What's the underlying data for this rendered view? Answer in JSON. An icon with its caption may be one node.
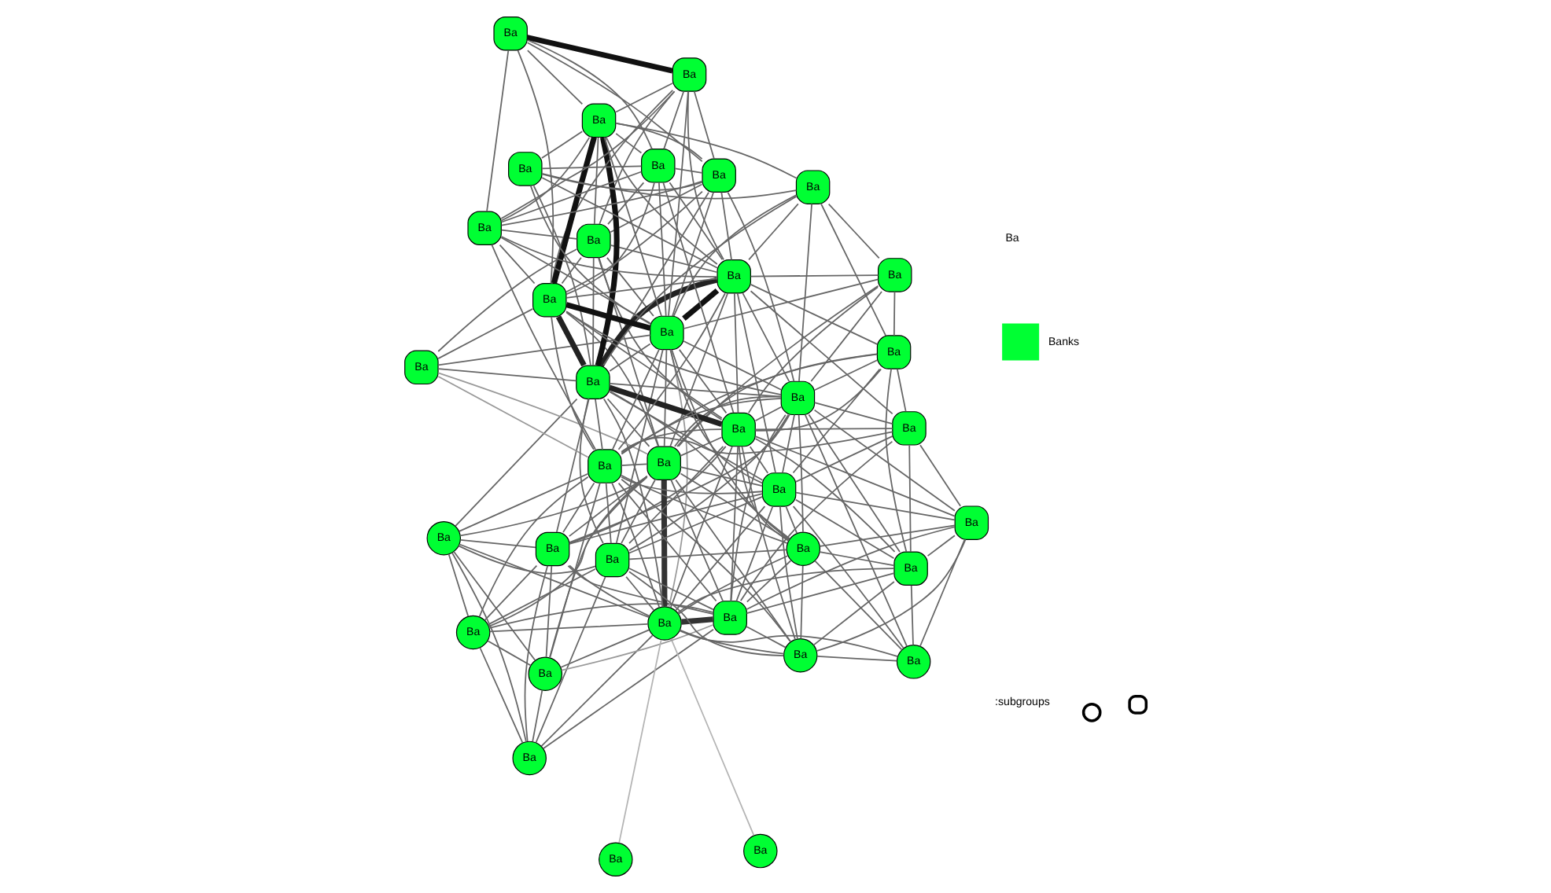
{
  "diagram": {
    "nodes": [
      {
        "text": [
          "Ba"
        ]
      },
      {
        "text": [
          "Ba"
        ]
      },
      {
        "text": [
          "Ba"
        ]
      },
      {
        "text": [
          "Ba"
        ]
      },
      {
        "text": [
          "Ba"
        ]
      },
      {
        "text": [
          "Ba"
        ]
      },
      {
        "text": [
          "Ba"
        ]
      },
      {
        "text": [
          "Ba"
        ]
      },
      {
        "text": [
          "Ba"
        ]
      },
      {
        "text": [
          "Ba"
        ]
      },
      {
        "text": [
          "Ba"
        ]
      },
      {
        "text": [
          "Ba"
        ]
      },
      {
        "text": [
          "Ba"
        ]
      },
      {
        "text": [
          "Ba"
        ]
      },
      {
        "text": [
          "Ba"
        ]
      },
      {
        "text": [
          "Ba"
        ]
      },
      {
        "text": [
          "Ba"
        ]
      },
      {
        "text": [
          "Ba"
        ]
      },
      {
        "text": [
          "Ba"
        ]
      },
      {
        "text": [
          "Ba"
        ]
      },
      {
        "text": [
          "Ba"
        ]
      },
      {
        "text": [
          "Ba"
        ]
      },
      {
        "text": [
          "Ba"
        ]
      },
      {
        "text": [
          "Ba"
        ]
      },
      {
        "text": [
          "Ba"
        ]
      },
      {
        "text": [
          "Ba"
        ]
      },
      {
        "text": [
          "Ba"
        ]
      },
      {
        "text": [
          "Ba"
        ]
      },
      {
        "text": [
          "Ba"
        ]
      },
      {
        "text": [
          "Ba"
        ]
      },
      {
        "text": [
          "Ba"
        ]
      },
      {
        "text": [
          "Ba"
        ]
      },
      {
        "text": [
          "Ba"
        ]
      },
      {
        "text": [
          "Ba"
        ]
      },
      {
        "text": [
          "Ba"
        ]
      },
      {
        "text": [
          "Ba"
        ]
      },
      {
        "text": [
          "Ba"
        ]
      }
    ],
    "edges": [
      {
        "from": 1,
        "to": 7,
        "arrow": "none",
        "color": "#b4b4b4"
      },
      {
        "from": 6,
        "to": 7,
        "arrow": "none",
        "color": "#b4b4b4"
      },
      {
        "from": 0,
        "to": 2,
        "arrow": "none"
      },
      {
        "from": 0,
        "to": 3,
        "arrow": "none"
      },
      {
        "from": 0,
        "to": 5,
        "arrow": "none"
      },
      {
        "from": 0,
        "to": 7,
        "arrow": "none"
      },
      {
        "from": 0,
        "to": 9,
        "arrow": "none"
      },
      {
        "from": 0,
        "to": 4,
        "arrow": "none"
      },
      {
        "from": 0,
        "to": 11,
        "arrow": "none"
      },
      {
        "from": 2,
        "to": 3,
        "arrow": "none"
      },
      {
        "from": 2,
        "to": 5,
        "arrow": "none"
      },
      {
        "from": 2,
        "to": 7,
        "arrow": "none"
      },
      {
        "from": 2,
        "to": 4,
        "arrow": "none"
      },
      {
        "from": 2,
        "to": 13,
        "arrow": "none"
      },
      {
        "from": 2,
        "to": 15,
        "arrow": "none"
      },
      {
        "from": 2,
        "to": 9,
        "arrow": "none",
        "color": "#999999"
      },
      {
        "from": 3,
        "to": 5,
        "arrow": "none"
      },
      {
        "from": 3,
        "to": 7,
        "arrow": "none"
      },
      {
        "from": 3,
        "to": 4,
        "arrow": "none"
      },
      {
        "from": 3,
        "to": 13,
        "arrow": "none"
      },
      {
        "from": 3,
        "to": 11,
        "arrow": "none"
      },
      {
        "from": 3,
        "to": 15,
        "arrow": "none"
      },
      {
        "from": 3,
        "to": 14,
        "arrow": "none"
      },
      {
        "from": 5,
        "to": 7,
        "arrow": "none"
      },
      {
        "from": 5,
        "to": 4,
        "arrow": "none"
      },
      {
        "from": 5,
        "to": 9,
        "arrow": "none"
      },
      {
        "from": 5,
        "to": 13,
        "arrow": "none"
      },
      {
        "from": 5,
        "to": 15,
        "arrow": "none"
      },
      {
        "from": 5,
        "to": 11,
        "arrow": "none"
      },
      {
        "from": 4,
        "to": 7,
        "arrow": "none"
      },
      {
        "from": 4,
        "to": 9,
        "arrow": "none"
      },
      {
        "from": 4,
        "to": 15,
        "arrow": "none"
      },
      {
        "from": 4,
        "to": 13,
        "arrow": "none"
      },
      {
        "from": 4,
        "to": 21,
        "arrow": "none"
      },
      {
        "from": 4,
        "to": 20,
        "arrow": "none"
      },
      {
        "from": 4,
        "to": 14,
        "arrow": "none"
      },
      {
        "from": 4,
        "to": 24,
        "arrow": "none"
      },
      {
        "from": 7,
        "to": 9,
        "arrow": "none",
        "style": "thick",
        "color": "#333333"
      },
      {
        "from": 7,
        "to": 10,
        "arrow": "none"
      },
      {
        "from": 7,
        "to": 16,
        "arrow": "none"
      },
      {
        "from": 7,
        "to": 11,
        "arrow": "none"
      },
      {
        "from": 7,
        "to": 13,
        "arrow": "none",
        "style": "thick",
        "color": "#333333"
      },
      {
        "from": 7,
        "to": 14,
        "arrow": "none"
      },
      {
        "from": 7,
        "to": 15,
        "arrow": "none"
      },
      {
        "from": 7,
        "to": 20,
        "arrow": "none"
      },
      {
        "from": 7,
        "to": 25,
        "arrow": "none"
      },
      {
        "from": 7,
        "to": 26,
        "arrow": "none"
      },
      {
        "from": 7,
        "to": 21,
        "arrow": "none"
      },
      {
        "from": 7,
        "to": 18,
        "arrow": "none",
        "color": "#999999"
      },
      {
        "from": 8,
        "to": 12,
        "arrow": "none"
      },
      {
        "from": 8,
        "to": 14,
        "arrow": "none"
      },
      {
        "from": 8,
        "to": 15,
        "arrow": "none",
        "color": "#999999"
      },
      {
        "from": 8,
        "to": 13,
        "arrow": "none",
        "color": "#999999"
      },
      {
        "from": 8,
        "to": 18,
        "arrow": "none"
      },
      {
        "from": 8,
        "to": 17,
        "arrow": "none"
      },
      {
        "from": 9,
        "to": 10,
        "arrow": "none"
      },
      {
        "from": 9,
        "to": 11,
        "arrow": "none"
      },
      {
        "from": 9,
        "to": 15,
        "arrow": "none"
      },
      {
        "from": 9,
        "to": 16,
        "arrow": "none"
      },
      {
        "from": 9,
        "to": 20,
        "arrow": "none"
      },
      {
        "from": 9,
        "to": 21,
        "arrow": "none"
      },
      {
        "from": 9,
        "to": 13,
        "arrow": "none"
      },
      {
        "from": 9,
        "to": 24,
        "arrow": "none"
      },
      {
        "from": 9,
        "to": 26,
        "arrow": "none"
      },
      {
        "from": 9,
        "to": 29,
        "arrow": "none"
      },
      {
        "from": 9,
        "to": 34,
        "arrow": "none"
      },
      {
        "from": 10,
        "to": 16,
        "arrow": "none"
      },
      {
        "from": 10,
        "to": 11,
        "arrow": "none"
      },
      {
        "from": 10,
        "to": 25,
        "arrow": "none"
      },
      {
        "from": 10,
        "to": 20,
        "arrow": "none"
      },
      {
        "from": 10,
        "to": 26,
        "arrow": "none"
      },
      {
        "from": 10,
        "to": 29,
        "arrow": "none"
      },
      {
        "from": 10,
        "to": 15,
        "arrow": "none"
      },
      {
        "from": 10,
        "to": 13,
        "arrow": "none"
      },
      {
        "from": 10,
        "to": 21,
        "arrow": "none"
      },
      {
        "from": 11,
        "to": 13,
        "arrow": "none"
      },
      {
        "from": 11,
        "to": 15,
        "arrow": "none"
      },
      {
        "from": 11,
        "to": 14,
        "arrow": "none"
      },
      {
        "from": 11,
        "to": 20,
        "arrow": "none"
      },
      {
        "from": 11,
        "to": 21,
        "arrow": "none"
      },
      {
        "from": 11,
        "to": 24,
        "arrow": "none"
      },
      {
        "from": 11,
        "to": 18,
        "arrow": "none"
      },
      {
        "from": 11,
        "to": 16,
        "arrow": "none"
      },
      {
        "from": 12,
        "to": 13,
        "arrow": "none"
      },
      {
        "from": 12,
        "to": 14,
        "arrow": "none"
      },
      {
        "from": 12,
        "to": 17,
        "arrow": "none"
      },
      {
        "from": 12,
        "to": 18,
        "arrow": "none"
      },
      {
        "from": 12,
        "to": 19,
        "arrow": "none"
      },
      {
        "from": 12,
        "to": 22,
        "arrow": "none"
      },
      {
        "from": 12,
        "to": 23,
        "arrow": "none"
      },
      {
        "from": 12,
        "to": 27,
        "arrow": "none"
      },
      {
        "from": 12,
        "to": 28,
        "arrow": "none"
      },
      {
        "from": 12,
        "to": 21,
        "arrow": "none"
      },
      {
        "from": 12,
        "to": 31,
        "arrow": "none"
      },
      {
        "from": 13,
        "to": 14,
        "arrow": "none"
      },
      {
        "from": 13,
        "to": 15,
        "arrow": "none"
      },
      {
        "from": 13,
        "to": 18,
        "arrow": "none"
      },
      {
        "from": 13,
        "to": 20,
        "arrow": "none"
      },
      {
        "from": 13,
        "to": 21,
        "arrow": "none"
      },
      {
        "from": 13,
        "to": 24,
        "arrow": "none"
      },
      {
        "from": 13,
        "to": 16,
        "arrow": "none"
      },
      {
        "from": 13,
        "to": 17,
        "arrow": "none"
      },
      {
        "from": 13,
        "to": 28,
        "arrow": "none"
      },
      {
        "from": 13,
        "to": 36,
        "arrow": "none"
      },
      {
        "from": 13,
        "to": 32,
        "arrow": "none"
      },
      {
        "from": 14,
        "to": 15,
        "arrow": "none"
      },
      {
        "from": 14,
        "to": 17,
        "arrow": "none",
        "style": "thick",
        "color": "#222222"
      },
      {
        "from": 14,
        "to": 18,
        "arrow": "none"
      },
      {
        "from": 14,
        "to": 21,
        "arrow": "none",
        "style": "thick",
        "color": "#222222"
      },
      {
        "from": 14,
        "to": 23,
        "arrow": "none"
      },
      {
        "from": 14,
        "to": 24,
        "arrow": "none"
      },
      {
        "from": 14,
        "to": 28,
        "arrow": "none",
        "style": "thick",
        "color": "#222222"
      },
      {
        "from": 14,
        "to": 31,
        "arrow": "none",
        "style": "thick",
        "color": "#111111"
      },
      {
        "from": 14,
        "to": 33,
        "arrow": "none"
      },
      {
        "from": 14,
        "to": 35,
        "arrow": "none"
      },
      {
        "from": 14,
        "to": 20,
        "arrow": "none"
      },
      {
        "from": 14,
        "to": 16,
        "arrow": "none"
      },
      {
        "from": 15,
        "to": 16,
        "arrow": "none"
      },
      {
        "from": 15,
        "to": 18,
        "arrow": "none"
      },
      {
        "from": 15,
        "to": 20,
        "arrow": "none"
      },
      {
        "from": 15,
        "to": 21,
        "arrow": "none"
      },
      {
        "from": 15,
        "to": 24,
        "arrow": "none"
      },
      {
        "from": 15,
        "to": 17,
        "arrow": "none"
      },
      {
        "from": 15,
        "to": 28,
        "arrow": "none"
      },
      {
        "from": 15,
        "to": 34,
        "arrow": "none"
      },
      {
        "from": 15,
        "to": 32,
        "arrow": "none"
      },
      {
        "from": 15,
        "to": 19,
        "arrow": "none"
      },
      {
        "from": 16,
        "to": 20,
        "arrow": "none"
      },
      {
        "from": 16,
        "to": 21,
        "arrow": "none"
      },
      {
        "from": 16,
        "to": 25,
        "arrow": "none"
      },
      {
        "from": 16,
        "to": 26,
        "arrow": "none"
      },
      {
        "from": 16,
        "to": 18,
        "arrow": "none"
      },
      {
        "from": 16,
        "to": 29,
        "arrow": "none"
      },
      {
        "from": 16,
        "to": 24,
        "arrow": "none"
      },
      {
        "from": 17,
        "to": 18,
        "arrow": "none",
        "style": "thick",
        "color": "#111111"
      },
      {
        "from": 17,
        "to": 19,
        "arrow": "none"
      },
      {
        "from": 17,
        "to": 22,
        "arrow": "none"
      },
      {
        "from": 17,
        "to": 23,
        "arrow": "none"
      },
      {
        "from": 17,
        "to": 27,
        "arrow": "none"
      },
      {
        "from": 17,
        "to": 28,
        "arrow": "none"
      },
      {
        "from": 17,
        "to": 31,
        "arrow": "none",
        "style": "thick",
        "color": "#111111"
      },
      {
        "from": 17,
        "to": 24,
        "arrow": "none"
      },
      {
        "from": 17,
        "to": 30,
        "arrow": "none"
      },
      {
        "from": 17,
        "to": 21,
        "arrow": "none"
      },
      {
        "from": 18,
        "to": 20,
        "arrow": "none"
      },
      {
        "from": 18,
        "to": 21,
        "arrow": "none"
      },
      {
        "from": 18,
        "to": 24,
        "arrow": "none"
      },
      {
        "from": 18,
        "to": 28,
        "arrow": "none",
        "style": "thick",
        "color": "#111111"
      },
      {
        "from": 18,
        "to": 23,
        "arrow": "none"
      },
      {
        "from": 18,
        "to": 27,
        "arrow": "none"
      },
      {
        "from": 18,
        "to": 31,
        "arrow": "none"
      },
      {
        "from": 18,
        "to": 35,
        "arrow": "none"
      },
      {
        "from": 18,
        "to": 36,
        "arrow": "none"
      },
      {
        "from": 18,
        "to": 33,
        "arrow": "none"
      },
      {
        "from": 18,
        "to": 19,
        "arrow": "none"
      },
      {
        "from": 19,
        "to": 22,
        "arrow": "none"
      },
      {
        "from": 19,
        "to": 27,
        "arrow": "none"
      },
      {
        "from": 19,
        "to": 30,
        "arrow": "none"
      },
      {
        "from": 19,
        "to": 23,
        "arrow": "none"
      },
      {
        "from": 19,
        "to": 28,
        "arrow": "none"
      },
      {
        "from": 19,
        "to": 31,
        "arrow": "none"
      },
      {
        "from": 20,
        "to": 21,
        "arrow": "none"
      },
      {
        "from": 20,
        "to": 25,
        "arrow": "none"
      },
      {
        "from": 20,
        "to": 26,
        "arrow": "none"
      },
      {
        "from": 20,
        "to": 24,
        "arrow": "none"
      },
      {
        "from": 20,
        "to": 29,
        "arrow": "none"
      },
      {
        "from": 20,
        "to": 34,
        "arrow": "none"
      },
      {
        "from": 20,
        "to": 28,
        "arrow": "none"
      },
      {
        "from": 20,
        "to": 32,
        "arrow": "none"
      },
      {
        "from": 21,
        "to": 24,
        "arrow": "none"
      },
      {
        "from": 21,
        "to": 26,
        "arrow": "none"
      },
      {
        "from": 21,
        "to": 29,
        "arrow": "none"
      },
      {
        "from": 21,
        "to": 34,
        "arrow": "none"
      },
      {
        "from": 21,
        "to": 32,
        "arrow": "none"
      },
      {
        "from": 21,
        "to": 28,
        "arrow": "none"
      },
      {
        "from": 21,
        "to": 36,
        "arrow": "none"
      },
      {
        "from": 21,
        "to": 27,
        "arrow": "none"
      },
      {
        "from": 22,
        "to": 30,
        "arrow": "none",
        "style": "thick",
        "color": "#111111"
      },
      {
        "from": 22,
        "to": 27,
        "arrow": "none"
      },
      {
        "from": 22,
        "to": 31,
        "arrow": "none"
      },
      {
        "from": 22,
        "to": 28,
        "arrow": "none"
      },
      {
        "from": 22,
        "to": 23,
        "arrow": "none"
      },
      {
        "from": 22,
        "to": 18,
        "arrow": "none"
      },
      {
        "from": 23,
        "to": 24,
        "arrow": "none"
      },
      {
        "from": 23,
        "to": 27,
        "arrow": "none"
      },
      {
        "from": 23,
        "to": 28,
        "arrow": "none"
      },
      {
        "from": 23,
        "to": 31,
        "arrow": "none"
      },
      {
        "from": 23,
        "to": 30,
        "arrow": "none"
      },
      {
        "from": 23,
        "to": 33,
        "arrow": "none"
      },
      {
        "from": 24,
        "to": 25,
        "arrow": "none"
      },
      {
        "from": 24,
        "to": 26,
        "arrow": "none"
      },
      {
        "from": 24,
        "to": 28,
        "arrow": "none"
      },
      {
        "from": 24,
        "to": 32,
        "arrow": "none"
      },
      {
        "from": 24,
        "to": 34,
        "arrow": "none"
      },
      {
        "from": 24,
        "to": 35,
        "arrow": "none"
      },
      {
        "from": 24,
        "to": 36,
        "arrow": "none"
      },
      {
        "from": 24,
        "to": 29,
        "arrow": "none"
      },
      {
        "from": 25,
        "to": 26,
        "arrow": "none"
      },
      {
        "from": 25,
        "to": 29,
        "arrow": "none"
      },
      {
        "from": 26,
        "to": 29,
        "arrow": "none"
      },
      {
        "from": 26,
        "to": 32,
        "arrow": "none"
      },
      {
        "from": 26,
        "to": 34,
        "arrow": "none"
      },
      {
        "from": 27,
        "to": 28,
        "arrow": "none"
      },
      {
        "from": 27,
        "to": 30,
        "arrow": "none"
      },
      {
        "from": 27,
        "to": 31,
        "arrow": "none"
      },
      {
        "from": 27,
        "to": 33,
        "arrow": "none"
      },
      {
        "from": 28,
        "to": 31,
        "arrow": "none"
      },
      {
        "from": 28,
        "to": 32,
        "arrow": "none"
      },
      {
        "from": 28,
        "to": 33,
        "arrow": "none"
      },
      {
        "from": 28,
        "to": 34,
        "arrow": "none"
      },
      {
        "from": 28,
        "to": 35,
        "arrow": "none"
      },
      {
        "from": 28,
        "to": 36,
        "arrow": "none"
      },
      {
        "from": 29,
        "to": 34,
        "arrow": "none"
      },
      {
        "from": 30,
        "to": 31,
        "arrow": "none"
      },
      {
        "from": 31,
        "to": 33,
        "arrow": "none"
      },
      {
        "from": 31,
        "to": 35,
        "arrow": "none"
      },
      {
        "from": 32,
        "to": 34,
        "arrow": "none"
      },
      {
        "from": 32,
        "to": 36,
        "arrow": "none"
      },
      {
        "from": 32,
        "to": 35,
        "arrow": "none"
      },
      {
        "from": 33,
        "to": 35,
        "arrow": "none"
      },
      {
        "from": 35,
        "to": 36,
        "arrow": "none"
      }
    ],
    "labels": [
      "Ba",
      ":subgroups"
    ],
    "legend": [
      {
        "text": "Banks",
        "color": "#00ff33"
      }
    ]
  }
}
